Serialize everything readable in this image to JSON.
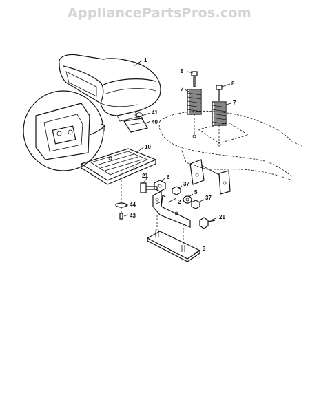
{
  "watermark": "AppliancePartsPros.com",
  "colors": {
    "line": "#111111",
    "watermark": "#d4d4d4",
    "background": "#ffffff"
  },
  "callouts": [
    {
      "id": "p1",
      "text": "1"
    },
    {
      "id": "p2",
      "text": "2"
    },
    {
      "id": "p3",
      "text": "3"
    },
    {
      "id": "p5",
      "text": "5"
    },
    {
      "id": "p6",
      "text": "6"
    },
    {
      "id": "p7a",
      "text": "7"
    },
    {
      "id": "p7b",
      "text": "7"
    },
    {
      "id": "p8a",
      "text": "8"
    },
    {
      "id": "p8b",
      "text": "8"
    },
    {
      "id": "p10",
      "text": "10"
    },
    {
      "id": "p21a",
      "text": "21"
    },
    {
      "id": "p21b",
      "text": "21"
    },
    {
      "id": "p37a",
      "text": "37"
    },
    {
      "id": "p37b",
      "text": "37"
    },
    {
      "id": "p40",
      "text": "40"
    },
    {
      "id": "p41",
      "text": "41"
    },
    {
      "id": "p43",
      "text": "43"
    },
    {
      "id": "p44",
      "text": "44"
    }
  ]
}
